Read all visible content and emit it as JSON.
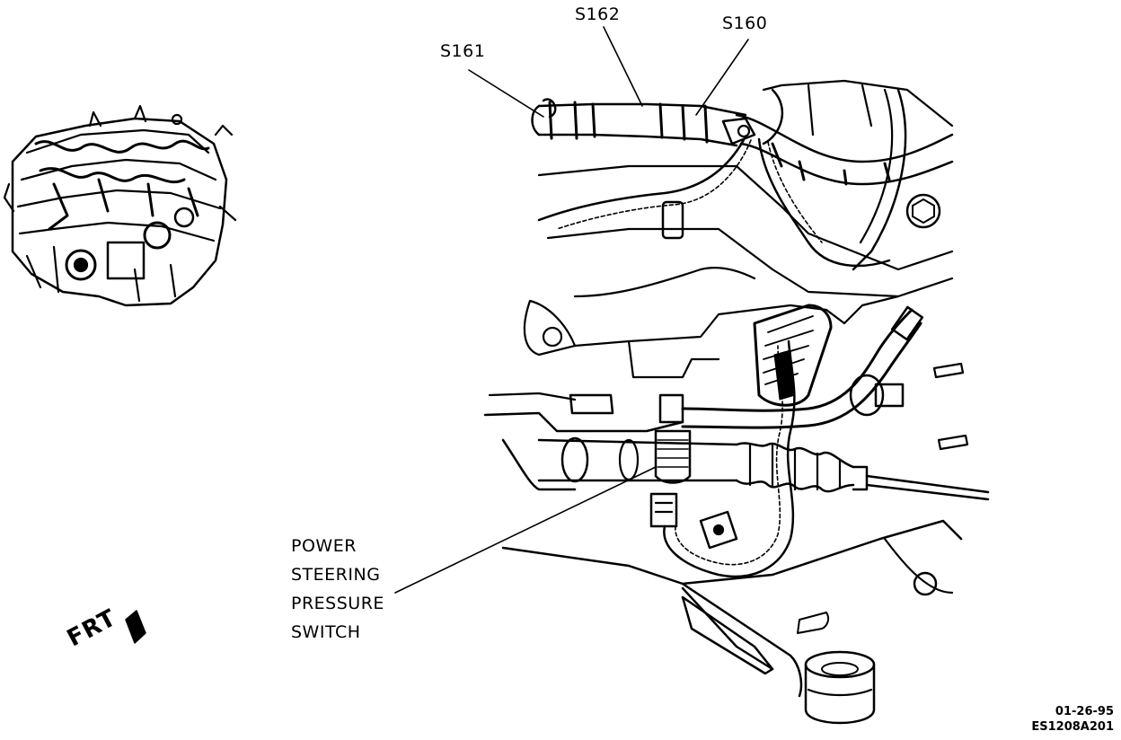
{
  "callouts": {
    "s161": "S161",
    "s162": "S162",
    "s160": "S160"
  },
  "component_label": {
    "line1": "POWER",
    "line2": "STEERING",
    "line3": "PRESSURE",
    "line4": "SWITCH"
  },
  "orientation": {
    "label": "FRT",
    "icon": "front-arrow-icon"
  },
  "footer": {
    "date": "01-26-95",
    "code": "ES1208A201"
  }
}
